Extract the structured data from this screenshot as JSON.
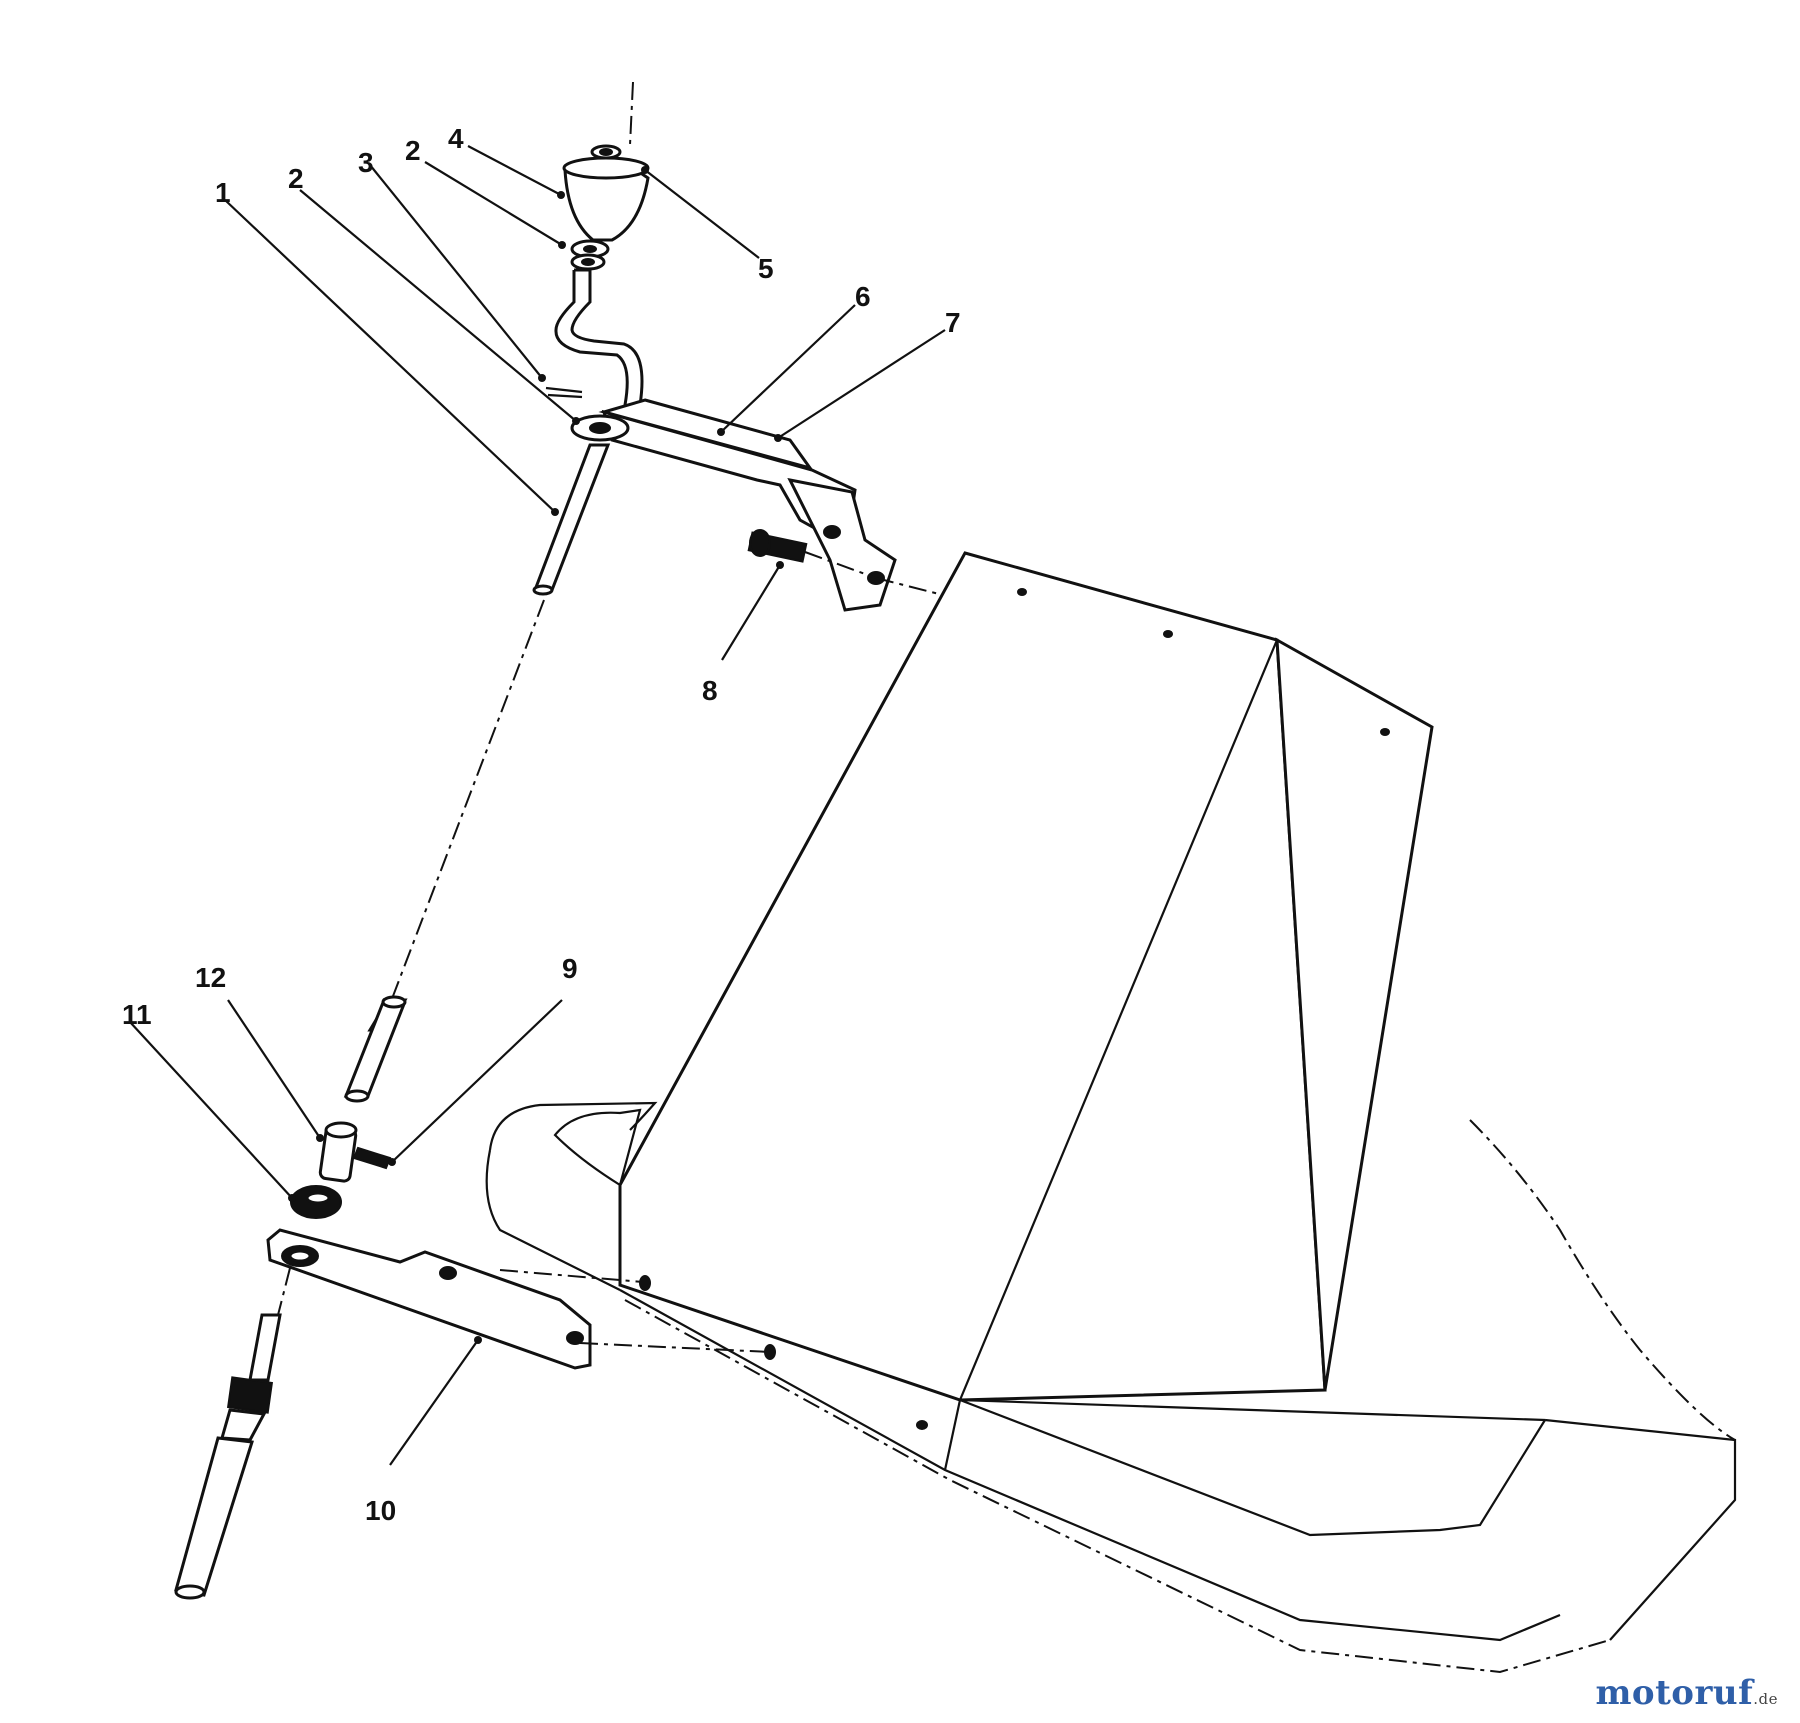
{
  "diagram": {
    "callouts": [
      "1",
      "2",
      "3",
      "2",
      "4",
      "5",
      "6",
      "7",
      "8",
      "9",
      "10",
      "11",
      "12"
    ]
  },
  "watermark": {
    "brand": "motoruf",
    "tld": ".de"
  }
}
